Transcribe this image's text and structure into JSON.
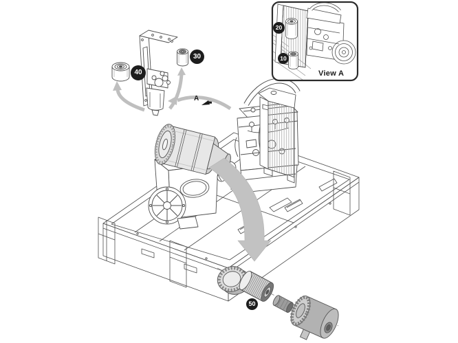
{
  "diagram": {
    "kind": "exploded-parts-diagram",
    "detail_marker": "A",
    "inset": {
      "label": "View A"
    },
    "callouts": [
      {
        "label": "10"
      },
      {
        "label": "20"
      },
      {
        "label": "30"
      },
      {
        "label": "40"
      },
      {
        "label": "50"
      }
    ],
    "colors": {
      "background": "#ffffff",
      "line": "#4d4d4d",
      "callout_bg": "#1d1d1d",
      "callout_text": "#ffffff",
      "arrow_gray": "#bfbfbf",
      "shade_light": "#e7e7e7",
      "shade_mid": "#b2b2b2",
      "shade_dark": "#8a8a8a"
    }
  }
}
